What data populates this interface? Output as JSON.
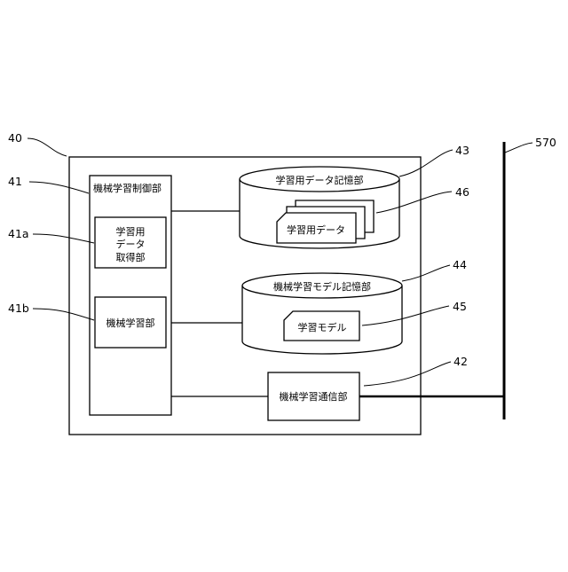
{
  "labels": {
    "outer_ref": "40",
    "control_ref": "41",
    "control_title": "機械学習制御部",
    "acq_ref": "41a",
    "acq_line1": "学習用",
    "acq_line2": "データ",
    "acq_line3": "取得部",
    "learn_ref": "41b",
    "learn_title": "機械学習部",
    "db1_ref": "43",
    "db1_title": "学習用データ記憶部",
    "data_ref": "46",
    "data_title": "学習用データ",
    "db2_ref": "44",
    "db2_title": "機械学習モデル記憶部",
    "model_ref": "45",
    "model_title": "学習モデル",
    "comm_ref": "42",
    "comm_title": "機械学習通信部",
    "bus_ref": "570"
  }
}
